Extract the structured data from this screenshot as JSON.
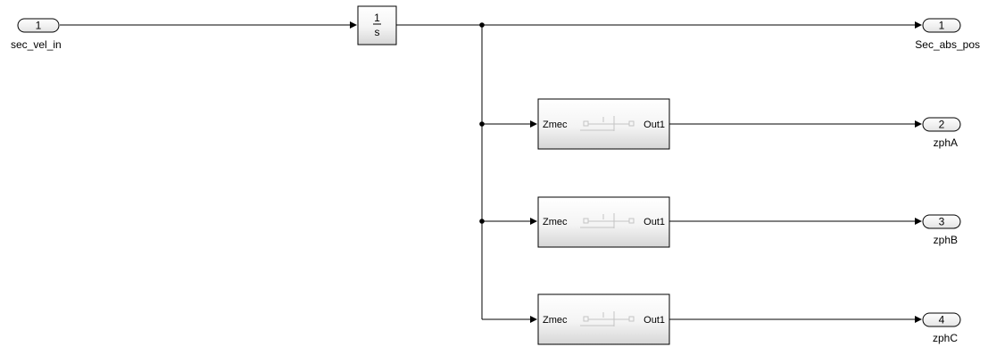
{
  "inports": [
    {
      "number": "1",
      "name": "sec_vel_in"
    }
  ],
  "integrator": {
    "numerator": "1",
    "denominator": "s"
  },
  "subsystems": [
    {
      "input_label": "Zmec",
      "output_label": "Out1"
    },
    {
      "input_label": "Zmec",
      "output_label": "Out1"
    },
    {
      "input_label": "Zmec",
      "output_label": "Out1"
    }
  ],
  "outports": [
    {
      "number": "1",
      "name": "Sec_abs_pos"
    },
    {
      "number": "2",
      "name": "zphA"
    },
    {
      "number": "3",
      "name": "zphB"
    },
    {
      "number": "4",
      "name": "zphC"
    }
  ],
  "colors": {
    "line": "#000000",
    "block_border": "#000000",
    "block_fill_top": "#ffffff",
    "block_fill_bottom": "#d8d8d8"
  }
}
